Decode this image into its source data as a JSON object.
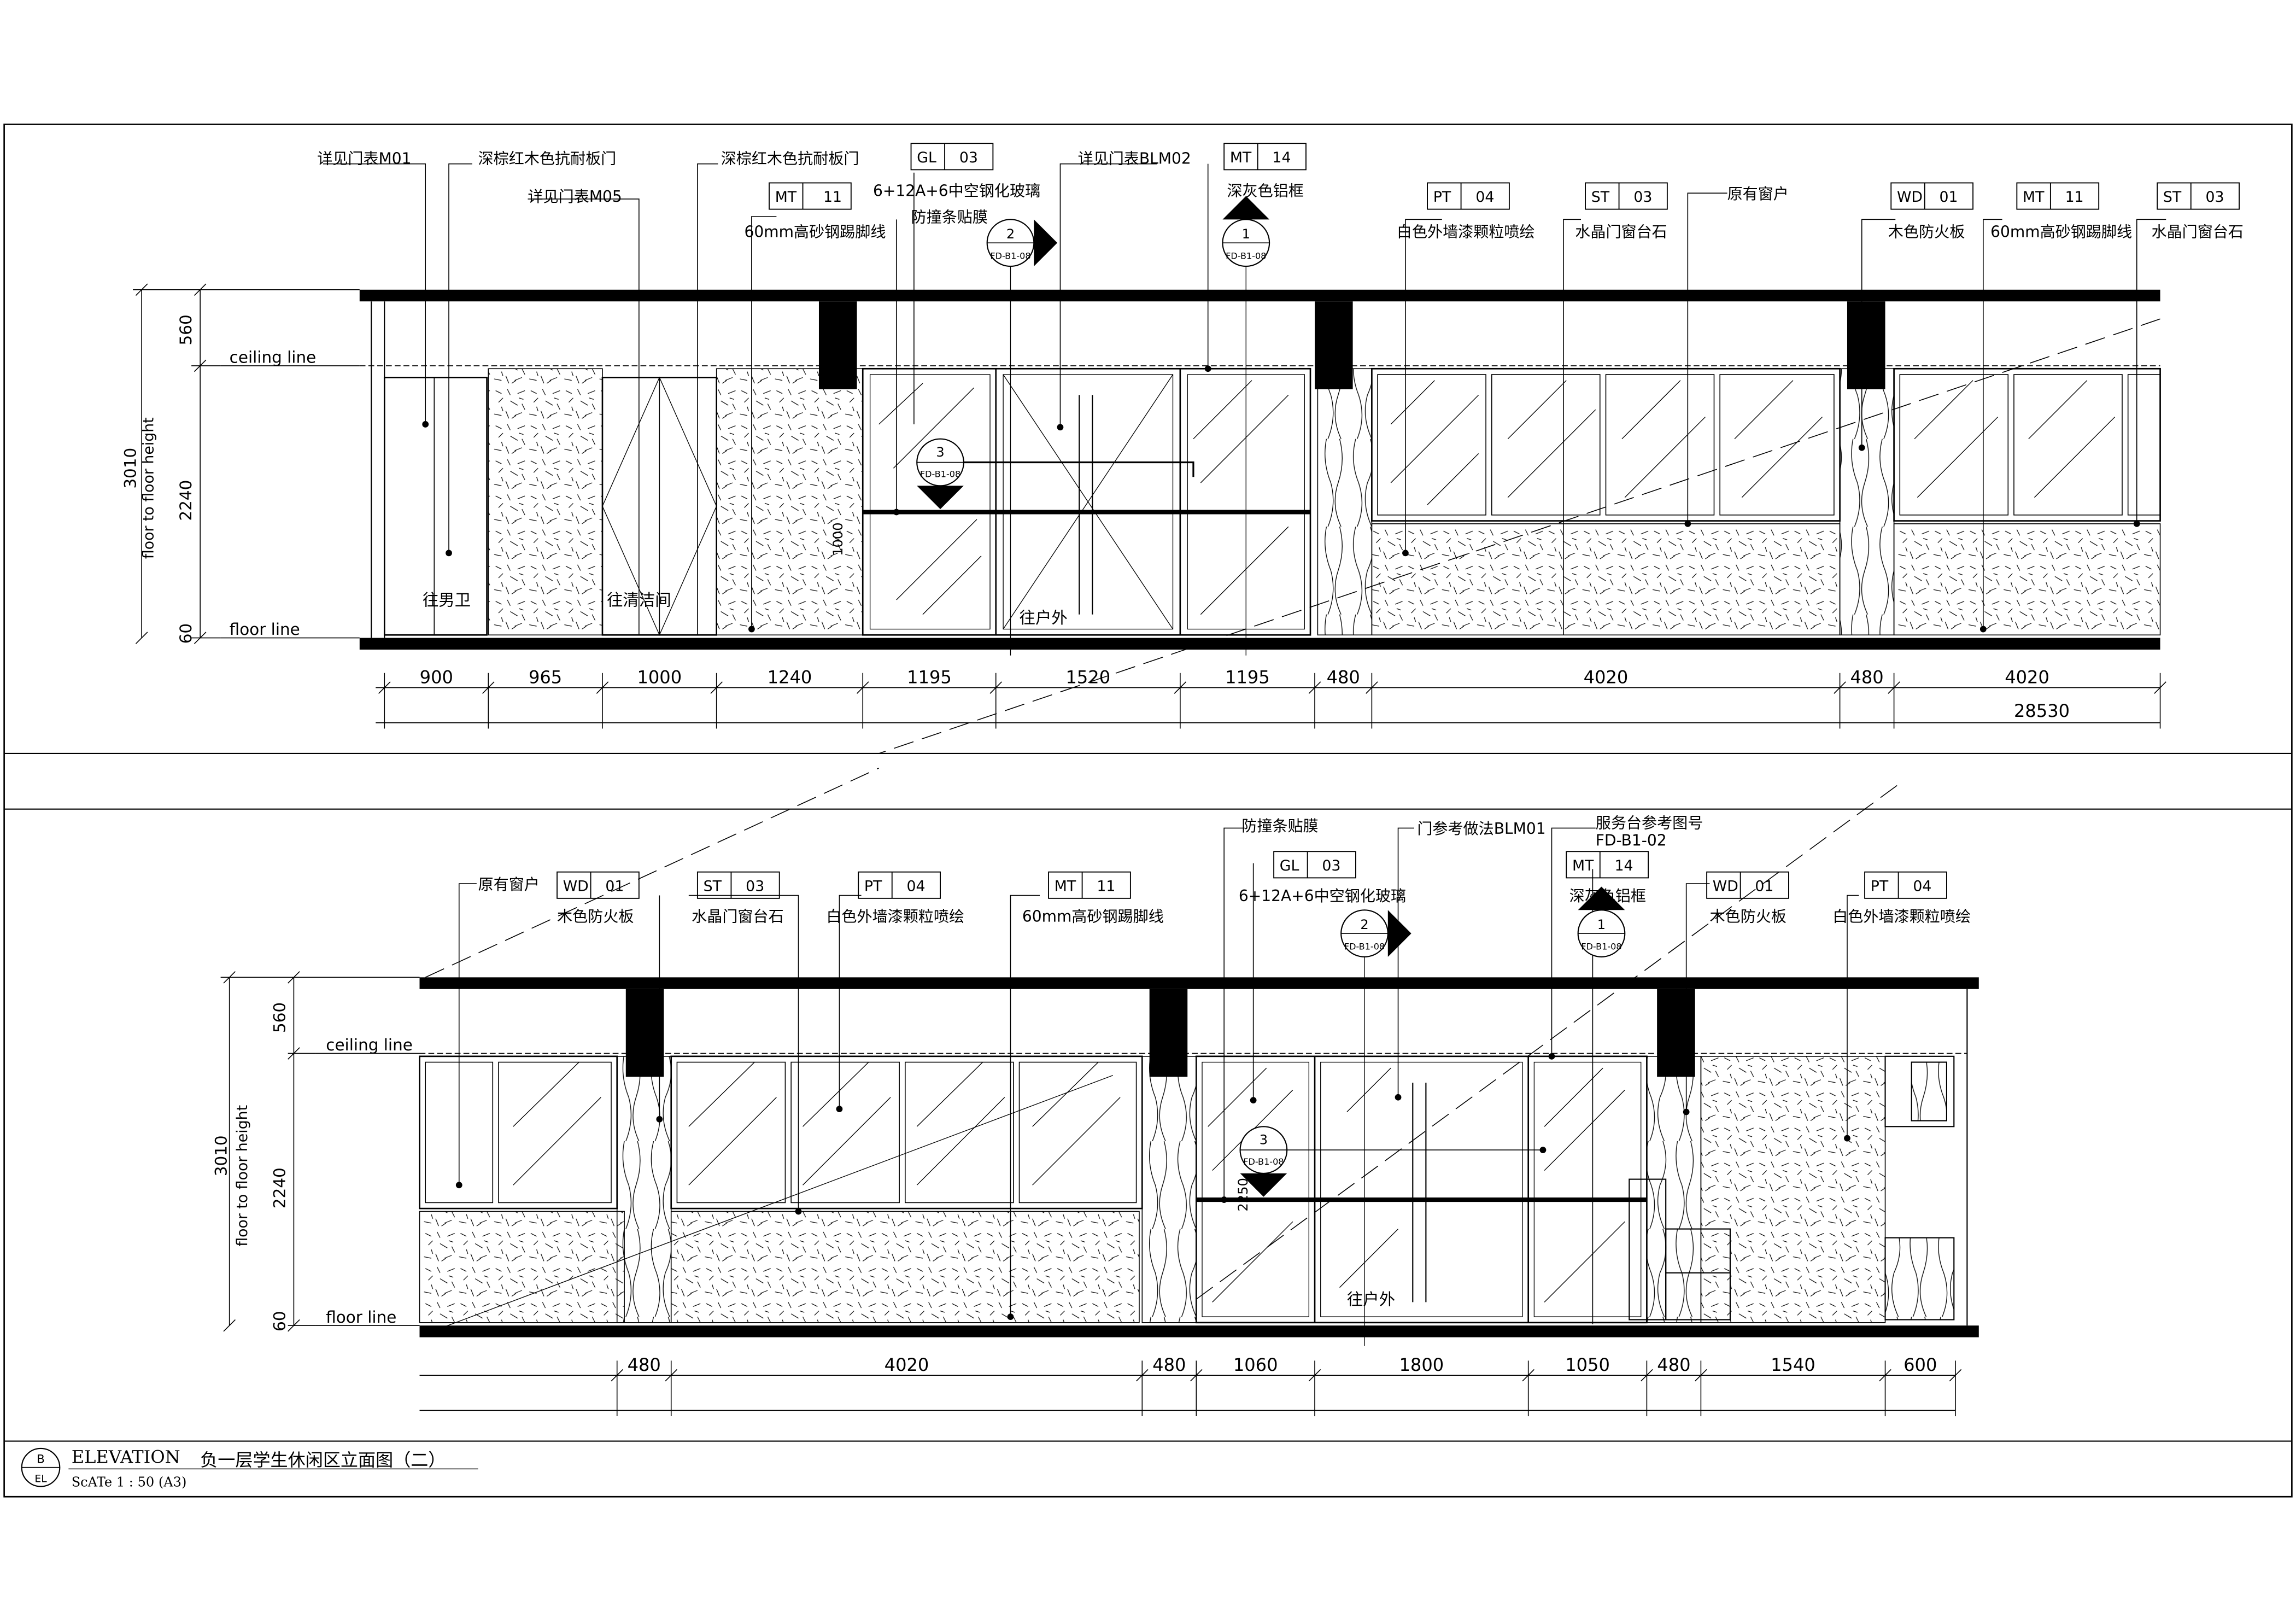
{
  "upper": {
    "labels": {
      "l1": "详见门表M01",
      "l2": "深棕红木色抗耐板门",
      "l3": "详见门表M05",
      "l4": "深棕红木色抗耐板门",
      "l5": "60mm高砂钢踢脚线",
      "l6": "6+12A+6中空钢化玻璃",
      "l7": "防撞条贴膜",
      "l8": "详见门表BLM02",
      "l9": "深灰色铝框",
      "l10": "白色外墙漆颗粒喷绘",
      "l11": "水晶门窗台石",
      "l12": "原有窗户",
      "l13": "木色防火板",
      "l14": "60mm高砂钢踢脚线",
      "l15": "水晶门窗台石"
    },
    "tags": [
      {
        "code": "GL",
        "num": "03"
      },
      {
        "code": "MT",
        "num": "11"
      },
      {
        "code": "MT",
        "num": "14"
      },
      {
        "code": "PT",
        "num": "04"
      },
      {
        "code": "ST",
        "num": "03"
      },
      {
        "code": "WD",
        "num": "01"
      },
      {
        "code": "MT",
        "num": "11"
      },
      {
        "code": "ST",
        "num": "03"
      }
    ],
    "rooms": {
      "men": "往男卫",
      "clean": "往清洁间",
      "outdoor": "往户外"
    },
    "dims": [
      "900",
      "965",
      "1000",
      "1240",
      "1195",
      "1520",
      "1195",
      "480",
      "4020",
      "480",
      "4020"
    ],
    "total": "28530",
    "vert": {
      "top": "560",
      "mid": "2240",
      "bot": "60",
      "overall": "3010",
      "caption": "floor to floor height"
    },
    "ceiling": "ceiling line",
    "floor": "floor line",
    "sections": [
      {
        "num": "2",
        "ref": "FD-B1-08"
      },
      {
        "num": "1",
        "ref": "FD-B1-08"
      },
      {
        "num": "3",
        "ref": "FD-B1-08"
      }
    ],
    "note": "1000"
  },
  "lower": {
    "labels": {
      "l1": "原有窗户",
      "l2": "木色防火板",
      "l3": "水晶门窗台石",
      "l4": "白色外墙漆颗粒喷绘",
      "l5": "60mm高砂钢踢脚线",
      "l6": "防撞条贴膜",
      "l7": "6+12A+6中空钢化玻璃",
      "l8": "门参考做法BLM01",
      "l9": "服务台参考图号",
      "l9b": "FD-B1-02",
      "l10": "深灰色铝框",
      "l11": "木色防火板",
      "l12": "白色外墙漆颗粒喷绘"
    },
    "tags": [
      {
        "code": "WD",
        "num": "01"
      },
      {
        "code": "ST",
        "num": "03"
      },
      {
        "code": "PT",
        "num": "04"
      },
      {
        "code": "MT",
        "num": "11"
      },
      {
        "code": "GL",
        "num": "03"
      },
      {
        "code": "MT",
        "num": "14"
      },
      {
        "code": "WD",
        "num": "01"
      },
      {
        "code": "PT",
        "num": "04"
      }
    ],
    "rooms": {
      "outdoor": "往户外"
    },
    "dims": [
      "480",
      "4020",
      "480",
      "1060",
      "1800",
      "1050",
      "480",
      "1540",
      "600"
    ],
    "vert": {
      "top": "560",
      "mid": "2240",
      "bot": "60",
      "overall": "3010",
      "caption": "floor to floor height"
    },
    "ceiling": "ceiling line",
    "floor": "floor line",
    "sections": [
      {
        "num": "2",
        "ref": "FD-B1-08"
      },
      {
        "num": "1",
        "ref": "FD-B1-08"
      },
      {
        "num": "3",
        "ref": "FD-B1-08"
      }
    ],
    "note": "2250"
  },
  "titleblock": {
    "badge_top": "B",
    "badge_bottom": "EL",
    "title_en": "ELEVATION",
    "title_cn": "负一层学生休闲区立面图（二）",
    "scale": "ScATe  1 : 50 (A3)"
  }
}
